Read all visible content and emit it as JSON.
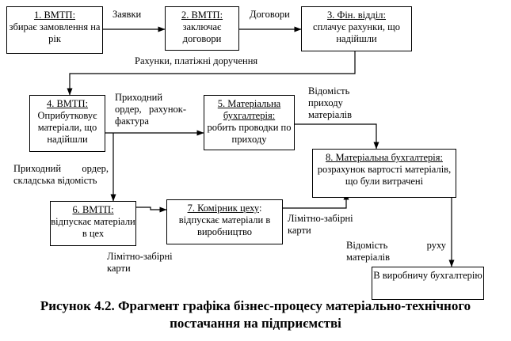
{
  "boxes": {
    "b1": {
      "title": "1. ВМТП:",
      "text": "збирає замовлення на рік"
    },
    "b2": {
      "title": "2. ВМТП:",
      "text": "заключає договори"
    },
    "b3": {
      "title": "3. Фін. відділ:",
      "text": "сплачує рахунки, що надійшли"
    },
    "b4": {
      "title": "4. ВМТП:",
      "text": "Оприбутковує матеріали, що надійшли"
    },
    "b5": {
      "title": "5. Матеріальна бухгалтерія:",
      "text": "робить проводки по приходу"
    },
    "b6": {
      "title": "6. ВМТП:",
      "text": "відпускає матеріали в цех"
    },
    "b7": {
      "title": "7. Комірник цеху",
      "text": ": відпускає матеріали в виробництво"
    },
    "b8": {
      "title": "8. Матеріальна бухгалтерія:",
      "text": "розрахунок вартості матеріалів, що були витрачені"
    },
    "b9": {
      "title": "",
      "text": "В виробничу бухгалтерію"
    }
  },
  "labels": {
    "zayavky": "Заявки",
    "dogovory": "Договори",
    "rakhunky": "Рахунки, платіжні доручення",
    "prykh_order_1": "Приходний",
    "prykh_order_2": "ордер,   рахунок-",
    "prykh_order_3": "фактура",
    "vidomist_prykhodu_1": "Відомість",
    "vidomist_prykhodu_2": "приходу",
    "vidomist_prykhodu_3": "матеріалів",
    "sklad_1a": "Приходний",
    "sklad_1b": "ордер,",
    "sklad_2": "складська відомість",
    "limit_left_1": "Лімітно-забірні",
    "limit_left_2": "карти",
    "limit_right_1": "Лімітно-забірні",
    "limit_right_2": "карти",
    "rukh_1a": "Відомість",
    "rukh_1b": "руху",
    "rukh_2": "матеріалів"
  },
  "caption": {
    "line1": "Рисунок 4.2. Фрагмент графіка бізнес-процесу матеріально-технічного",
    "line2": "постачання на підприємстві"
  }
}
